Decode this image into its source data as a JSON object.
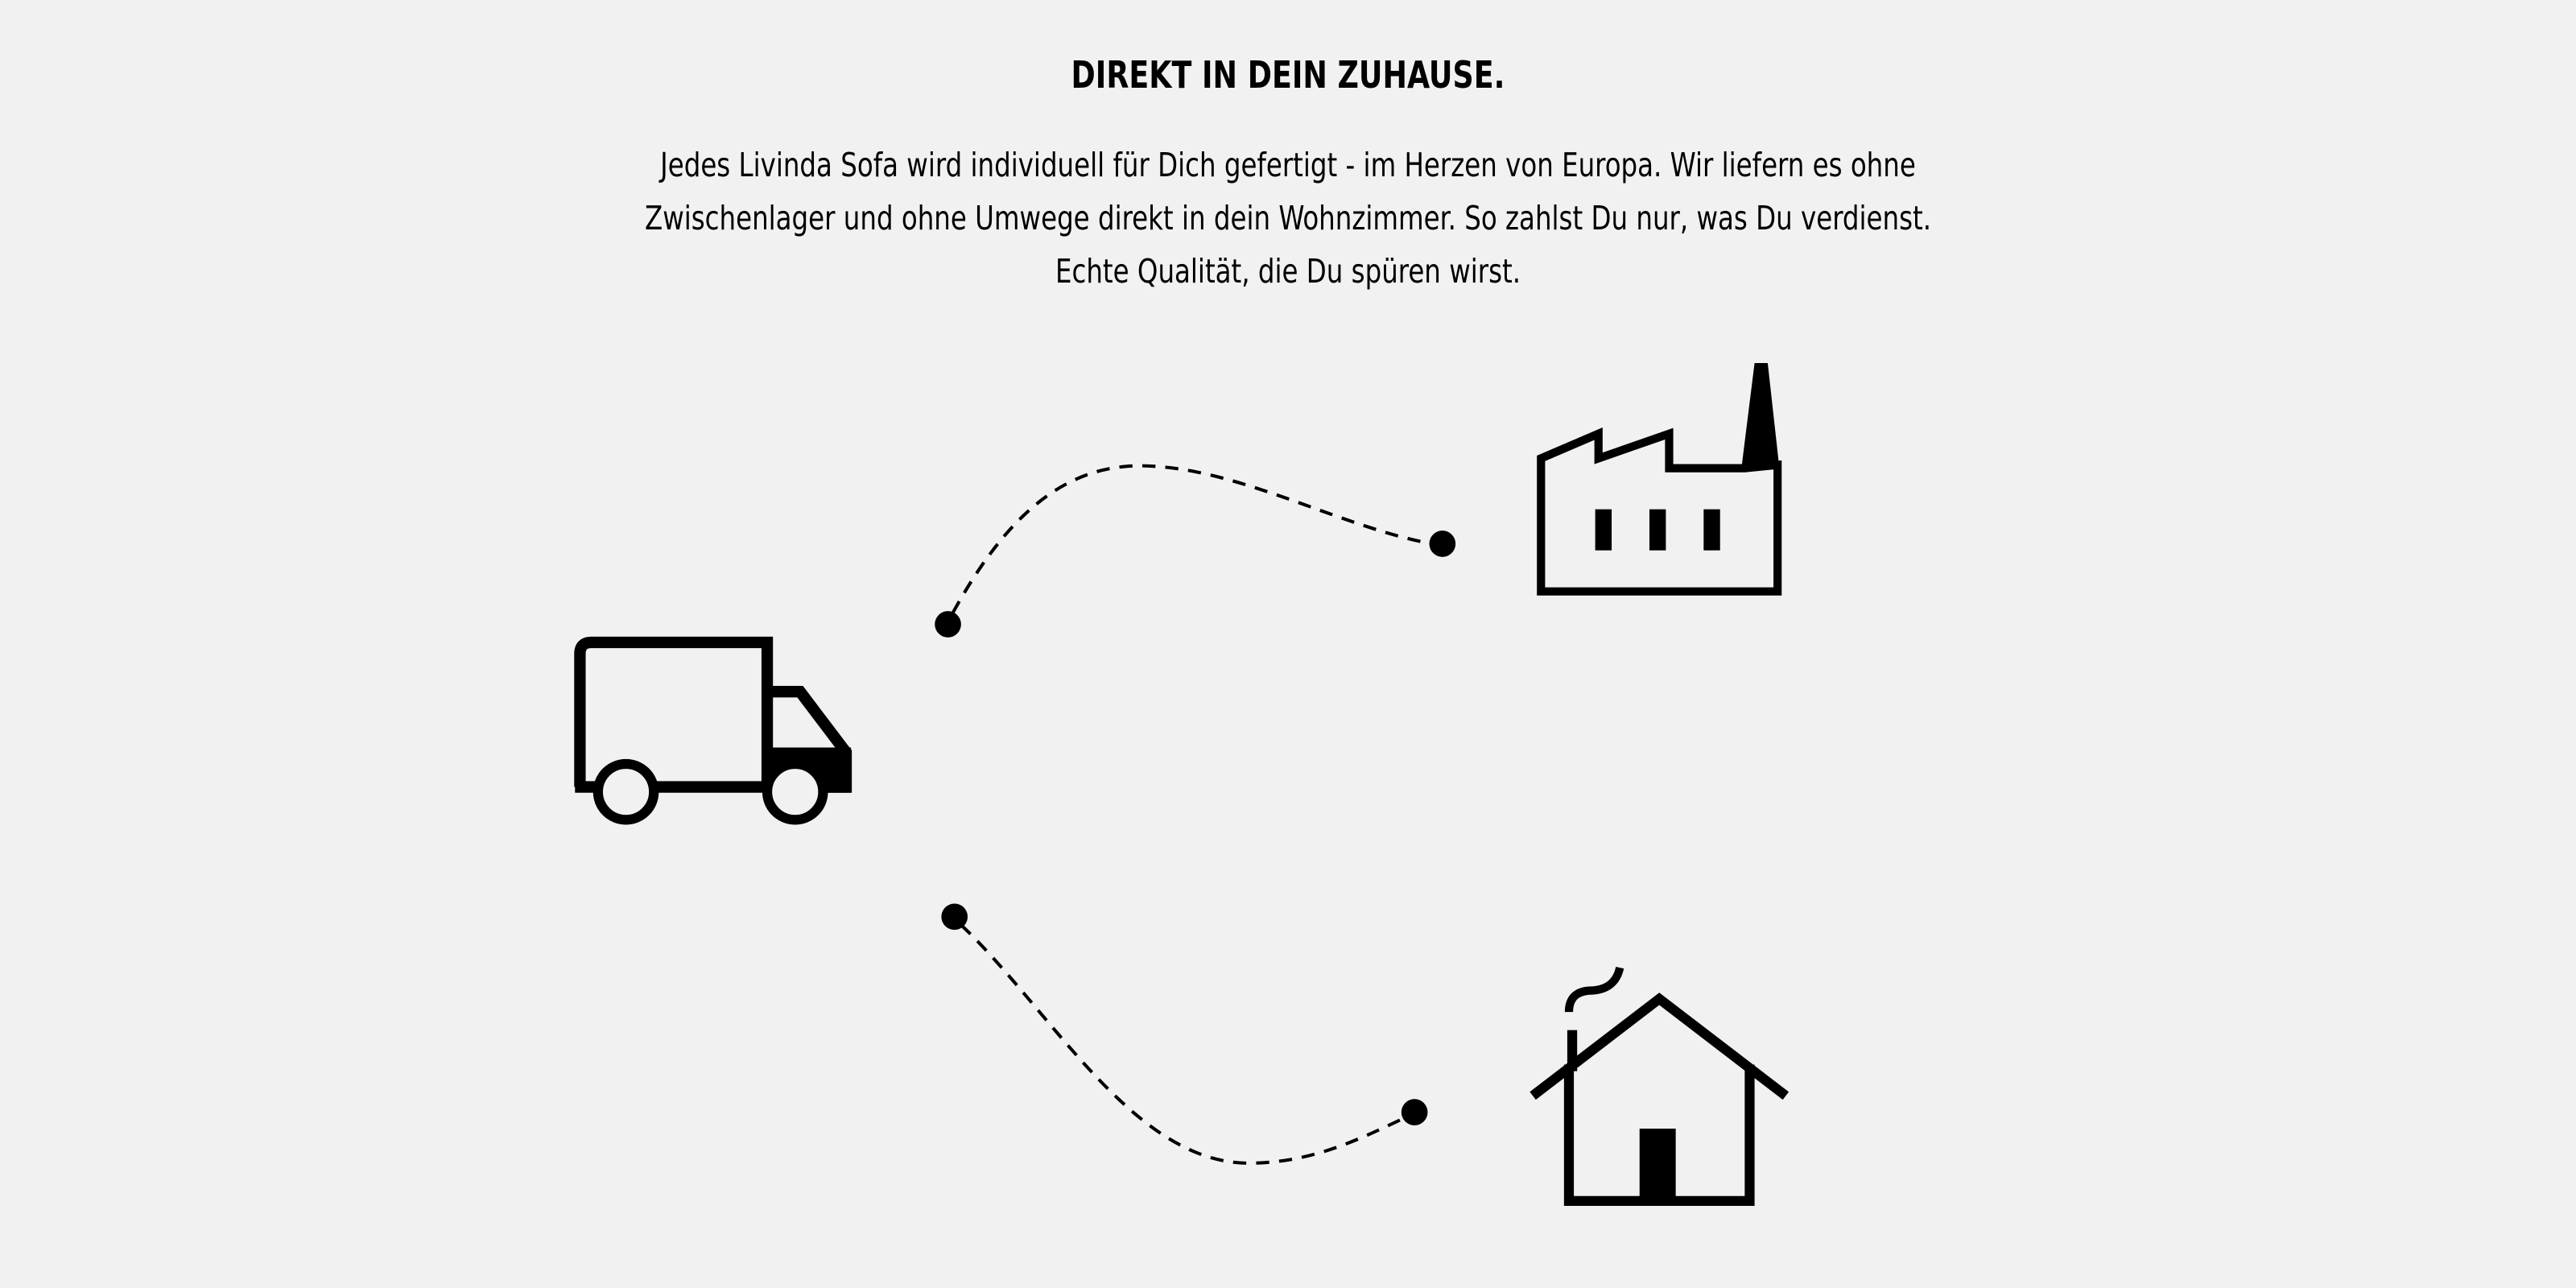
{
  "section": {
    "title": "DIREKT IN DEIN ZUHAUSE.",
    "description_lines": [
      "Jedes Livinda Sofa wird individuell für Dich gefertigt - im Herzen von Europa. Wir liefern es ohne",
      "Zwischenlager und ohne Umwege direkt in dein Wohnzimmer. So zahlst Du nur, was Du verdienst.",
      "Echte Qualität, die Du spüren wirst."
    ]
  },
  "icons": [
    "truck-icon",
    "factory-icon",
    "house-icon"
  ],
  "colors": {
    "background": "#f1f1f1",
    "foreground": "#000000"
  }
}
